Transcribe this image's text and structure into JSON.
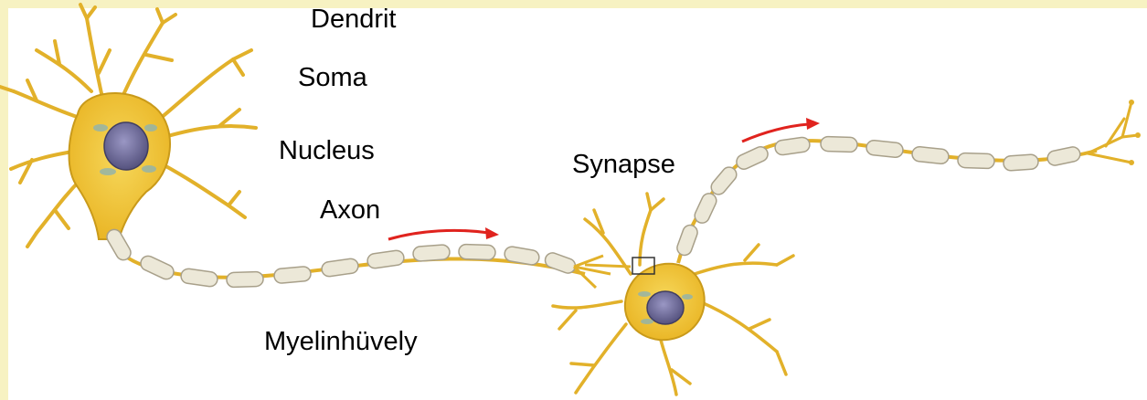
{
  "labels": {
    "dendrit": "Dendrit",
    "soma": "Soma",
    "nucleus": "Nucleus",
    "axon": "Axon",
    "synapse": "Synapse",
    "myelin": "Myelinhüvely"
  },
  "colors": {
    "frame": "#f7f2c2",
    "neuron_fill": "#f1c232",
    "neuron_stroke": "#c99a1a",
    "myelin_fill": "#ece8d8",
    "myelin_stroke": "#a8a08a",
    "nucleus": "#6a6a9a",
    "arrow": "#e0231e"
  }
}
